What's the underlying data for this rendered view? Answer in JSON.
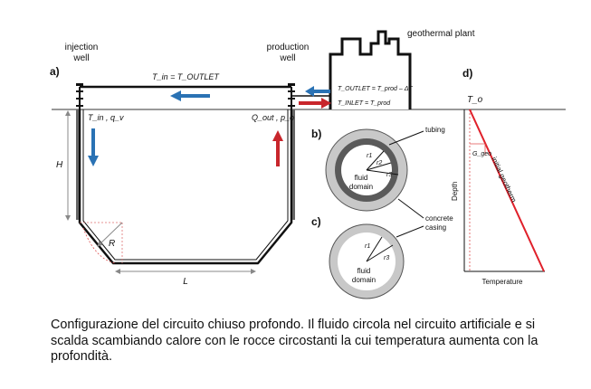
{
  "labels": {
    "injection_well": [
      "injection",
      "well"
    ],
    "production_well": [
      "production",
      "well"
    ],
    "geothermal_plant": "geothermal plant",
    "panel_a": "a)",
    "panel_b": "b)",
    "panel_c": "c)",
    "panel_d": "d)",
    "t_in_equals_t_outlet": "T_in = T_OUTLET",
    "t_outlet_equation": "T_OUTLET = T_prod – ΔT",
    "t_inlet_equation": "T_INLET = T_prod",
    "t_in_q_v": "T_in , q_v",
    "q_out_p_o": "Q_out , p_o",
    "height": "H",
    "length": "L",
    "radius": "R",
    "tubing": "tubing",
    "concrete_casing": [
      "concrete",
      "casing"
    ],
    "fluid_domain_b": [
      "fluid",
      "domain"
    ],
    "fluid_domain_c": [
      "fluid",
      "domain"
    ],
    "r1": "r1",
    "r2": "r2",
    "r3": "r3",
    "r1_c": "r1",
    "r3_c": "r3",
    "t_o": "T_o",
    "g_geo": "G_geo",
    "initial_geotherm": "initial geotherm",
    "depth_axis": "Depth",
    "temperature_axis": "Temperature"
  },
  "colors": {
    "flow_arrow_blue": "#2a72b4",
    "flow_arrow_red": "#c8262c",
    "geotherm_line": "#e0202a",
    "casing_gray": "#c8c8c8",
    "tubing_gray": "#5a5a5a",
    "radius_dashed": "#e05050"
  },
  "caption": "Configurazione del circuito chiuso profondo. Il fluido circola nel circuito artificiale e si scalda scambiando calore con le rocce circostanti la cui temperatura aumenta con la profondità."
}
